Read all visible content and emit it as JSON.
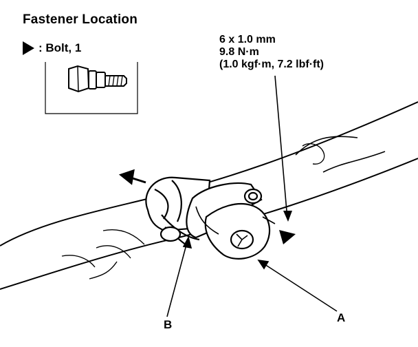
{
  "title": "Fastener Location",
  "legend": {
    "symbol": "triangle-bolt-icon",
    "label": ": Bolt, 1"
  },
  "spec": {
    "size": "6 x 1.0 mm",
    "torque_nm": "9.8 N·m",
    "torque_alt": "(1.0 kgf·m, 7.2 lbf·ft)"
  },
  "callouts": {
    "a": "A",
    "b": "B"
  }
}
